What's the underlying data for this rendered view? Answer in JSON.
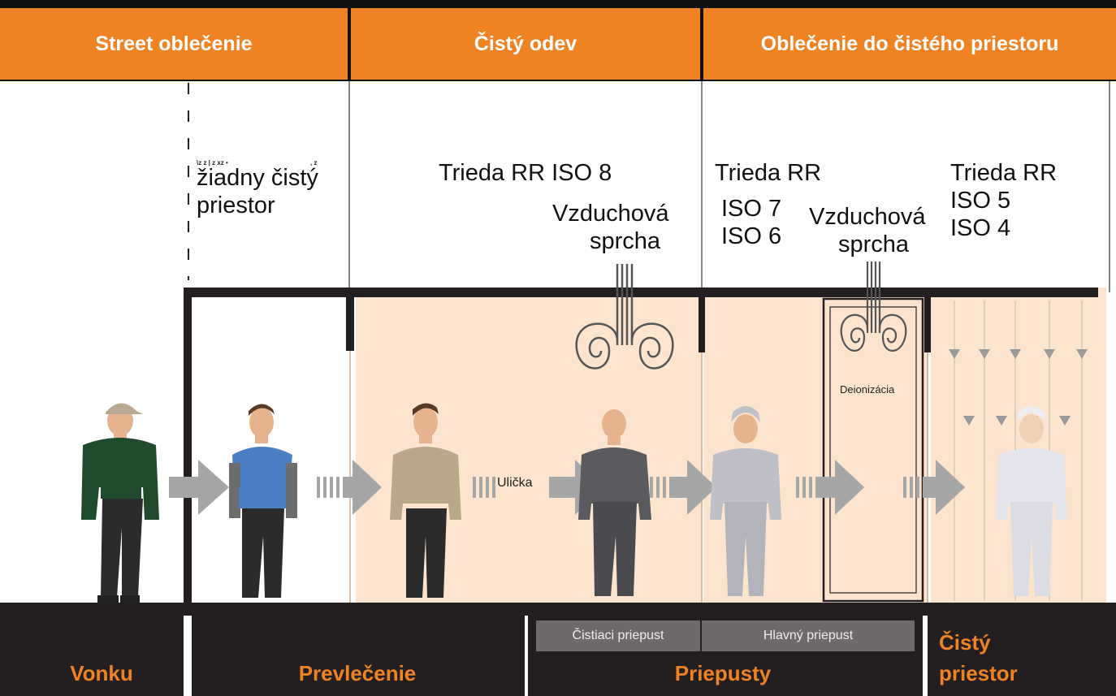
{
  "header": {
    "col1": "Street oblečenie",
    "col2": "Čistý odev",
    "col3": "Oblečenie do čistého priestoru"
  },
  "labels": {
    "no_clean_small": "\\z z | z xz •",
    "no_clean_small2": ", z",
    "no_clean_line1": "žiadny čistý",
    "no_clean_line2": "priestor",
    "iso8": "Trieda RR ISO 8",
    "air_shower1_line1": "Vzduchová",
    "air_shower1_line2": "sprcha",
    "iso76_title": "Trieda RR",
    "iso7": "ISO 7",
    "iso6": "ISO 6",
    "air_shower2_line1": "Vzduchová",
    "air_shower2_line2": "sprcha",
    "iso54_title": "Trieda RR",
    "iso5": "ISO 5",
    "iso4": "ISO 4",
    "deionization": "Deionizácia",
    "corridor": "Ulička"
  },
  "bottom": {
    "outside": "Vonku",
    "changing": "Prevlečenie",
    "gates": "Priepusty",
    "cleanroom_line1": "Čistý",
    "cleanroom_line2": "priestor",
    "cleaning_gate": "Čistiaci priepust",
    "main_gate": "Hlavný priepust"
  },
  "colors": {
    "header_orange": "#ef8323",
    "room_tint": "#fde4cf",
    "dark": "#231f20"
  }
}
